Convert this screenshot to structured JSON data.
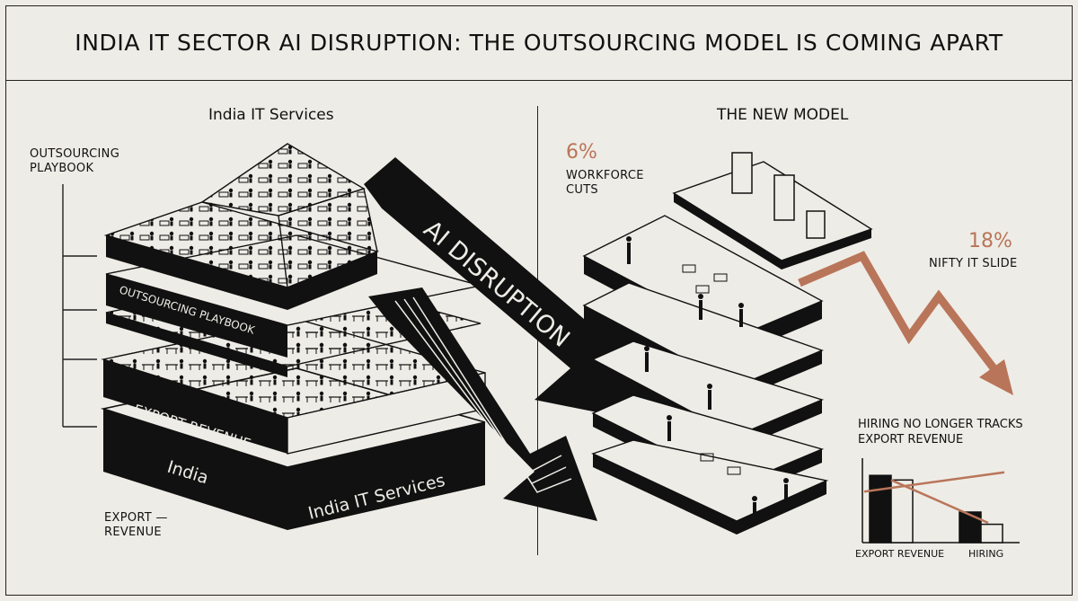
{
  "title": "INDIA IT SECTOR AI DISRUPTION: THE OUTSOURCING MODEL IS COMING APART",
  "left_panel": {
    "heading": "India IT Services",
    "side_label_top": [
      "OUTSOURCING",
      "PLAYBOOK"
    ],
    "side_label_bottom": [
      "EXPORT —",
      "REVENUE"
    ],
    "layer_labels": {
      "playbook": "OUTSOURCING PLAYBOOK",
      "export": "EXPORT REVENUE",
      "india": "India",
      "base": "India IT Services"
    }
  },
  "arrow_label": "AI DISRUPTION",
  "right_panel": {
    "heading": "THE NEW MODEL",
    "workforce_stat": {
      "value": "6%",
      "label": [
        "WORKFORCE",
        "CUTS"
      ]
    },
    "nifty_stat": {
      "value": "18%",
      "label": "NIFTY IT SLIDE"
    }
  },
  "colors": {
    "ink": "#111111",
    "paper": "#eeece6",
    "accent": "#b97559"
  },
  "chart_data": {
    "type": "bar",
    "title": "HIRING NO LONGER TRACKS EXPORT REVENUE",
    "categories": [
      "EXPORT REVENUE",
      "HIRING"
    ],
    "series": [
      {
        "values": [
          88,
          40
        ]
      },
      {
        "values": [
          82,
          24
        ]
      }
    ],
    "trend_line": [
      88,
      92
    ],
    "ylim": [
      0,
      100
    ],
    "grid": false
  }
}
